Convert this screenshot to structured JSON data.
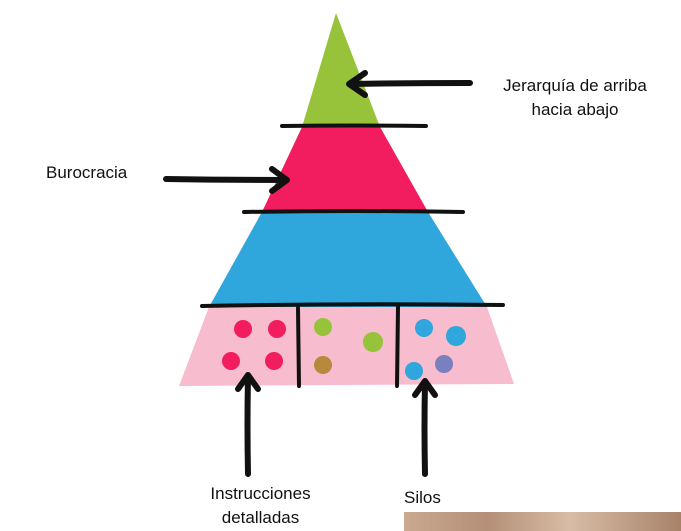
{
  "labels": {
    "top_line1": "Jerarquía de arriba",
    "top_line2": "hacia abajo",
    "bureaucracy": "Burocracia",
    "instructions_line1": "Instrucciones",
    "instructions_line2": "detalladas",
    "silos": "Silos"
  },
  "colors": {
    "apex": "#97c33a",
    "middle": "#f21d5e",
    "lower": "#2fa6dc",
    "base": "#f7bccd",
    "ink": "#111111",
    "dot_pink": "#f21d5e",
    "dot_green": "#97c33a",
    "dot_brown": "#b8893c",
    "dot_blue": "#2fa6dc",
    "dot_purple": "#7a7fc0"
  }
}
